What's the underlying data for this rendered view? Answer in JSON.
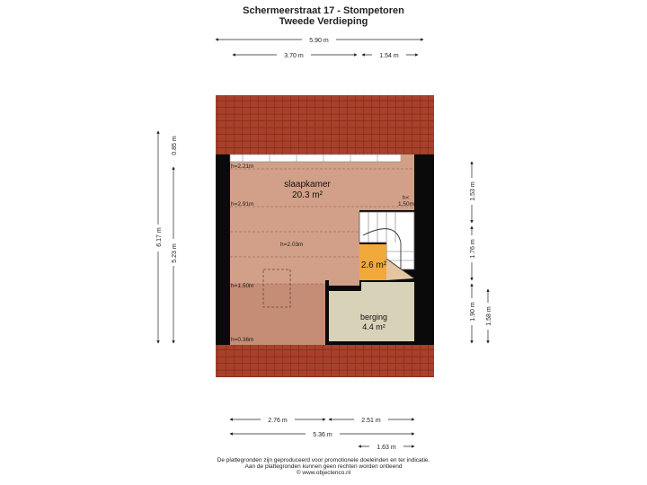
{
  "header": {
    "title": "Schermeerstraat 17 - Stompetoren",
    "subtitle": "Tweede Verdieping"
  },
  "dimensions": {
    "top_total": "5.90 m",
    "top_left": "3.70 m",
    "top_right": "1.54 m",
    "left_small": "0.85 m",
    "left_total": "6.17 m",
    "left_main": "5.23 m",
    "right_upper": "1.53 m",
    "right_middle": "1.76 m",
    "right_lower": "1.90 m",
    "right_lower_inner": "1.58 m",
    "bottom_left": "2.76 m",
    "bottom_right": "2.51 m",
    "bottom_total": "5.36 m",
    "bottom_small": "1.63 m"
  },
  "rooms": {
    "slaapkamer": {
      "name": "slaapkamer",
      "area": "20.3 m²"
    },
    "small_room": {
      "area": "2.6 m²"
    },
    "berging": {
      "name": "berging",
      "area": "4.4 m²"
    }
  },
  "heights": {
    "h1": "h=2.21m",
    "h2": "h=2.91m",
    "h3": "h=2.03m",
    "h4": "h=1.50m",
    "h5": "h=0.36m",
    "h6_a": "h<",
    "h6_b": "1.50m"
  },
  "footer": {
    "line1": "De plattegronden zijn geproduceerd voor promotionele doeleinden en ter indicatie.",
    "line2": "Aan de plattegronden kunnen geen rechten worden ontleend",
    "line3": "© www.objectenco.nl"
  },
  "colors": {
    "roof": "#a8402a",
    "roof_line": "#7e2c1c",
    "wall": "#0a0a0a",
    "room_main": "#d2a088",
    "room_low": "#c58c76",
    "berging": "#d8d2b8",
    "small_room": "#f0a93a"
  }
}
